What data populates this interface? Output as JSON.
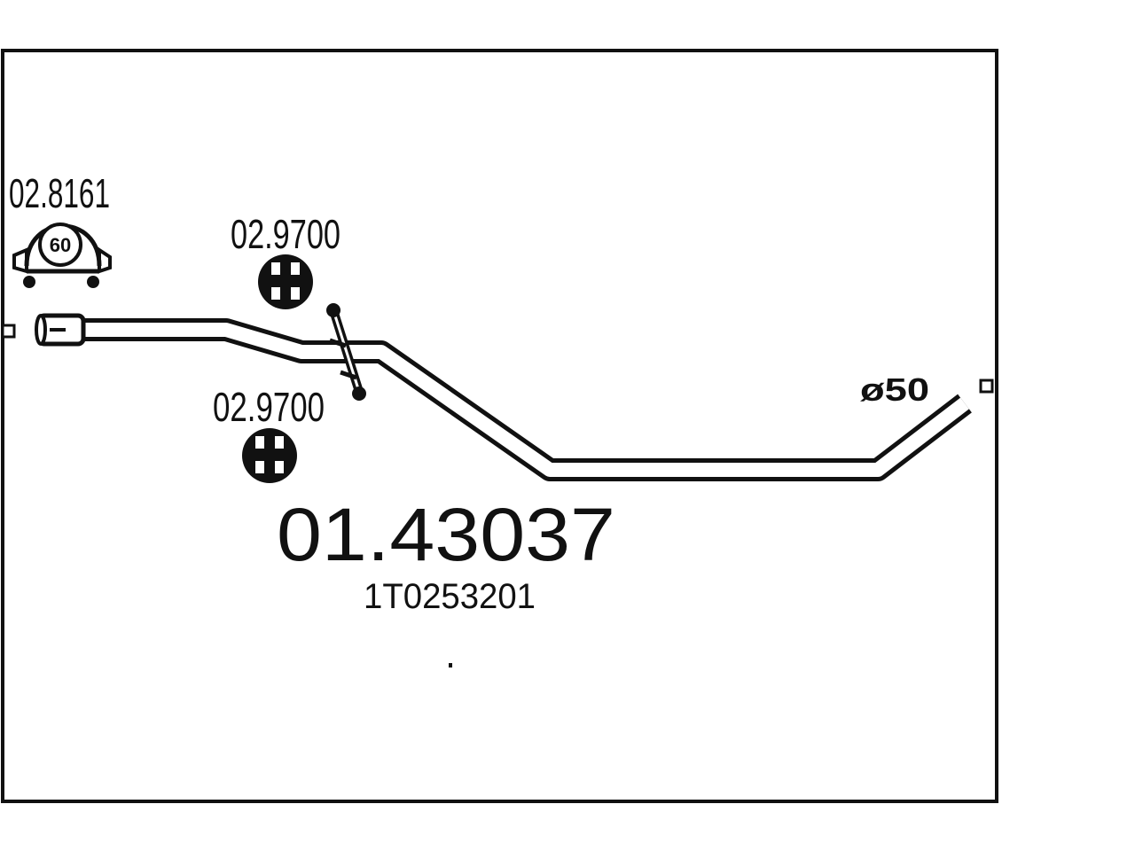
{
  "diagram": {
    "part_number": "01.43037",
    "oe_number": "1T0253201",
    "pipe_diameter": "ø50",
    "clamp": {
      "part_number": "02.8161",
      "size": "60"
    },
    "hangers": [
      {
        "part_number": "02.9700"
      },
      {
        "part_number": "02.9700"
      }
    ],
    "colors": {
      "line": "#111111",
      "background": "#ffffff"
    }
  }
}
